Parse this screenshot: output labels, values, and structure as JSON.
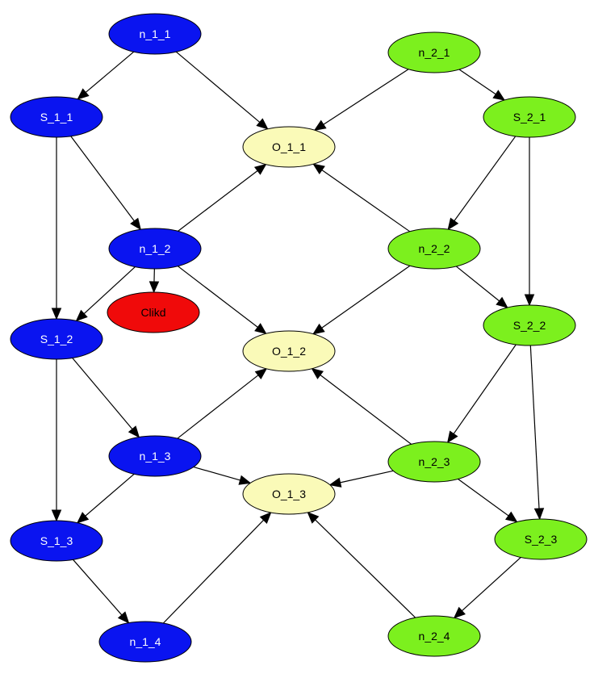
{
  "colors": {
    "blue_fill": "#0a14f0",
    "blue_text": "#ffffff",
    "green_fill": "#7cf01e",
    "green_text": "#000000",
    "yellow_fill": "#fafab8",
    "yellow_text": "#000000",
    "red_fill": "#f00a0a",
    "red_text": "#000000",
    "stroke": "#000000"
  },
  "nodes": [
    {
      "id": "n_1_1",
      "label": "n_1_1",
      "color": "blue"
    },
    {
      "id": "S_1_1",
      "label": "S_1_1",
      "color": "blue"
    },
    {
      "id": "n_1_2",
      "label": "n_1_2",
      "color": "blue"
    },
    {
      "id": "Clikd",
      "label": "Clikd",
      "color": "red"
    },
    {
      "id": "S_1_2",
      "label": "S_1_2",
      "color": "blue"
    },
    {
      "id": "n_1_3",
      "label": "n_1_3",
      "color": "blue"
    },
    {
      "id": "S_1_3",
      "label": "S_1_3",
      "color": "blue"
    },
    {
      "id": "n_1_4",
      "label": "n_1_4",
      "color": "blue"
    },
    {
      "id": "O_1_1",
      "label": "O_1_1",
      "color": "yellow"
    },
    {
      "id": "O_1_2",
      "label": "O_1_2",
      "color": "yellow"
    },
    {
      "id": "O_1_3",
      "label": "O_1_3",
      "color": "yellow"
    },
    {
      "id": "n_2_1",
      "label": "n_2_1",
      "color": "green"
    },
    {
      "id": "S_2_1",
      "label": "S_2_1",
      "color": "green"
    },
    {
      "id": "n_2_2",
      "label": "n_2_2",
      "color": "green"
    },
    {
      "id": "S_2_2",
      "label": "S_2_2",
      "color": "green"
    },
    {
      "id": "n_2_3",
      "label": "n_2_3",
      "color": "green"
    },
    {
      "id": "S_2_3",
      "label": "S_2_3",
      "color": "green"
    },
    {
      "id": "n_2_4",
      "label": "n_2_4",
      "color": "green"
    }
  ],
  "edges": [
    {
      "from": "n_1_1",
      "to": "S_1_1"
    },
    {
      "from": "n_1_1",
      "to": "O_1_1"
    },
    {
      "from": "S_1_1",
      "to": "n_1_2"
    },
    {
      "from": "S_1_1",
      "to": "S_1_2"
    },
    {
      "from": "n_1_2",
      "to": "O_1_1"
    },
    {
      "from": "n_1_2",
      "to": "Clikd"
    },
    {
      "from": "n_1_2",
      "to": "S_1_2"
    },
    {
      "from": "n_1_2",
      "to": "O_1_2"
    },
    {
      "from": "S_1_2",
      "to": "n_1_3"
    },
    {
      "from": "S_1_2",
      "to": "S_1_3"
    },
    {
      "from": "n_1_3",
      "to": "O_1_2"
    },
    {
      "from": "n_1_3",
      "to": "O_1_3"
    },
    {
      "from": "n_1_3",
      "to": "S_1_3"
    },
    {
      "from": "S_1_3",
      "to": "n_1_4"
    },
    {
      "from": "n_1_4",
      "to": "O_1_3"
    },
    {
      "from": "n_2_1",
      "to": "O_1_1"
    },
    {
      "from": "n_2_1",
      "to": "S_2_1"
    },
    {
      "from": "S_2_1",
      "to": "n_2_2"
    },
    {
      "from": "S_2_1",
      "to": "S_2_2"
    },
    {
      "from": "n_2_2",
      "to": "O_1_1"
    },
    {
      "from": "n_2_2",
      "to": "O_1_2"
    },
    {
      "from": "n_2_2",
      "to": "S_2_2"
    },
    {
      "from": "S_2_2",
      "to": "n_2_3"
    },
    {
      "from": "S_2_2",
      "to": "S_2_3"
    },
    {
      "from": "n_2_3",
      "to": "O_1_2"
    },
    {
      "from": "n_2_3",
      "to": "O_1_3"
    },
    {
      "from": "n_2_3",
      "to": "S_2_3"
    },
    {
      "from": "S_2_3",
      "to": "n_2_4"
    },
    {
      "from": "n_2_4",
      "to": "O_1_3"
    }
  ]
}
